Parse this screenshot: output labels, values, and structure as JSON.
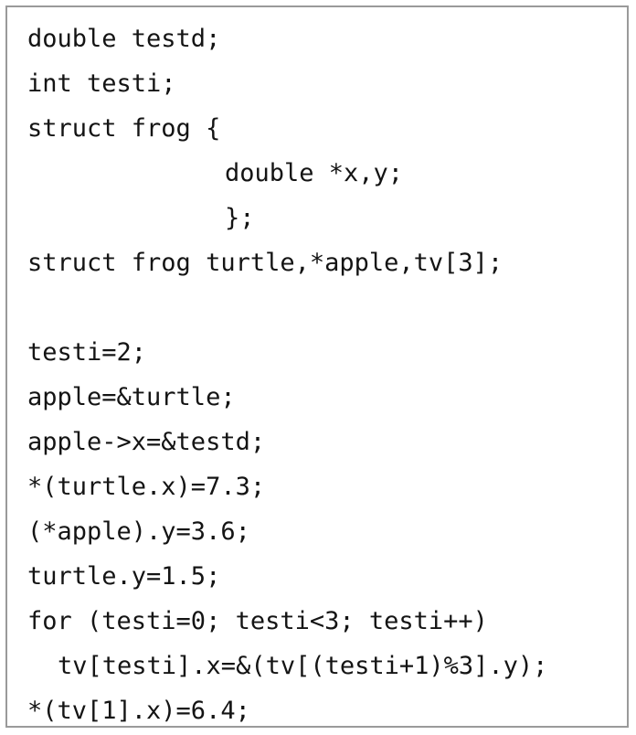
{
  "code_listing": {
    "lines": [
      "double testd;",
      "int testi;",
      "struct frog {",
      "double *x,y;",
      "};",
      "struct frog turtle,*apple,tv[3];",
      "",
      "testi=2;",
      "apple=&turtle;",
      "apple->x=&testd;",
      "*(turtle.x)=7.3;",
      "(*apple).y=3.6;",
      "turtle.y=1.5;",
      "for (testi=0; testi<3; testi++)",
      "tv[testi].x=&(tv[(testi+1)%3].y);",
      "*(tv[1].x)=6.4;"
    ]
  }
}
